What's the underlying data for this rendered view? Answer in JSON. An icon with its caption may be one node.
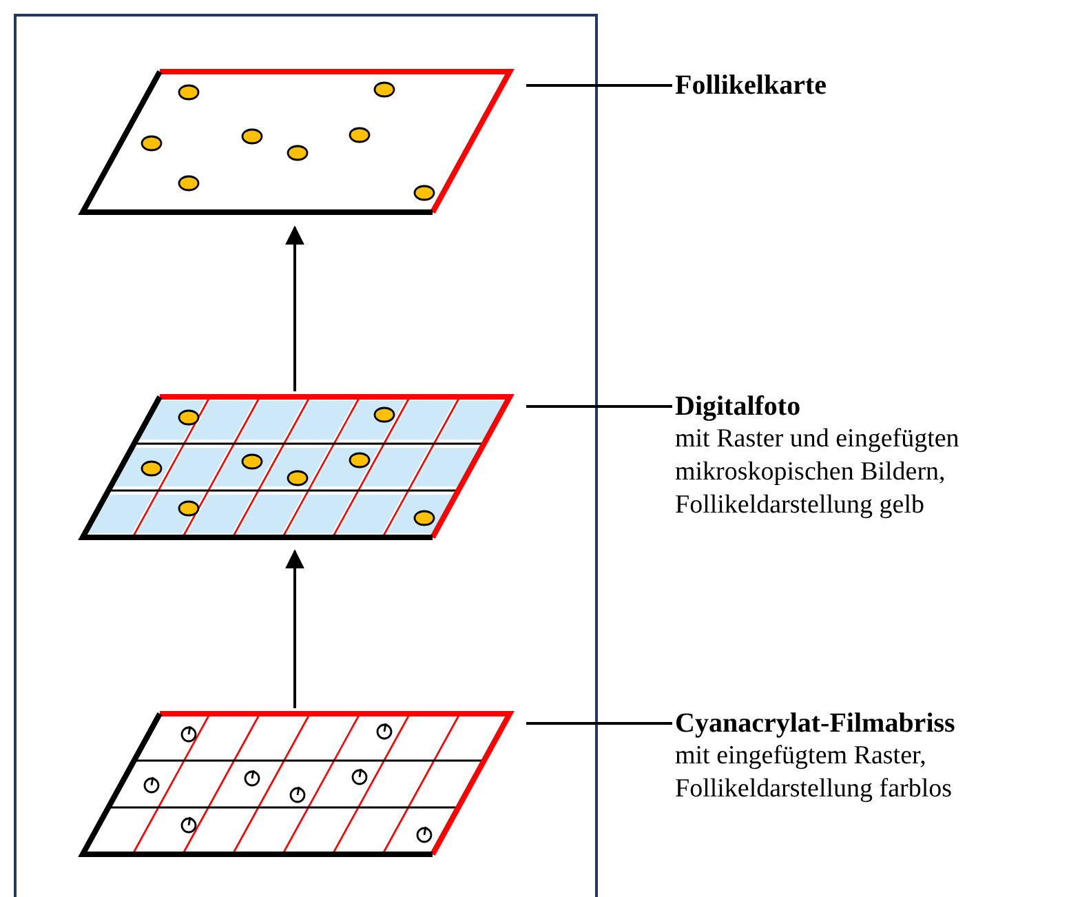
{
  "diagram": {
    "nodes": [
      {
        "text": [],
        "shape": "picture"
      },
      {
        "text": [
          "Follikelkarte"
        ]
      },
      {
        "text": [],
        "shape": "picture"
      },
      {
        "text": [
          "Digitalfoto",
          "mit Raster und eingefügten mikroskopischen Bildern, Follikeldarstellung gelb"
        ]
      },
      {
        "text": [],
        "shape": "picture"
      },
      {
        "text": [
          "Cyanacrylat-Filmabriss",
          "mit eingefügtem Raster, Follikeldarstellung farblos"
        ]
      }
    ],
    "edges": [
      {
        "from": 4,
        "to": 2,
        "arrow": "to"
      },
      {
        "from": 2,
        "to": 0,
        "arrow": "to"
      },
      {
        "from": 1,
        "to": 0,
        "arrow": "none"
      },
      {
        "from": 3,
        "to": 2,
        "arrow": "none"
      },
      {
        "from": 5,
        "to": 4,
        "arrow": "none"
      }
    ]
  }
}
